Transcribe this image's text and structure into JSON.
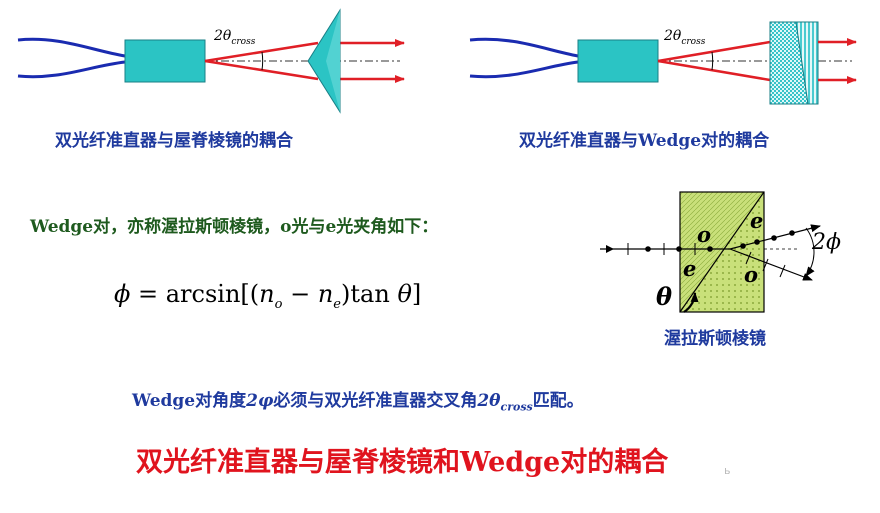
{
  "diagram_left": {
    "angle_label": "2θ",
    "angle_sub": "cross",
    "caption": "双光纤准直器与屋脊棱镜的耦合"
  },
  "diagram_right": {
    "angle_label": "2θ",
    "angle_sub": "cross",
    "caption": "双光纤准直器与Wedge对的耦合"
  },
  "intro_text": "Wedge对，亦称渥拉斯顿棱镜，o光与e光夹角如下：",
  "formula": {
    "lhs": "ϕ",
    "eq": "= arcsin",
    "n": "n",
    "sub_o": "o",
    "minus": " − ",
    "sub_e": "e",
    "tan": "tan",
    "theta": "θ"
  },
  "wollaston": {
    "label_o_top": "o",
    "label_e_top": "e",
    "label_e_left": "e",
    "label_o_bottom": "o",
    "label_theta": "θ",
    "label_2phi": "2ϕ",
    "caption": "渥拉斯顿棱镜"
  },
  "match_text": {
    "part1": "Wedge对角度",
    "part2": "2φ",
    "part3": "必须与双光纤准直器交叉角",
    "part4": "2θ",
    "part4_sub": "cross",
    "part5": "匹配。"
  },
  "bottom_title": "双光纤准直器与屋脊棱镜和Wedge对的耦合",
  "watermark": "ь",
  "colors": {
    "fiber_blue": "#1a2bb0",
    "beam_red": "#e01f26",
    "collimator_cyan": "#2bc4c4",
    "wollaston_fill": "#c9e07a"
  }
}
